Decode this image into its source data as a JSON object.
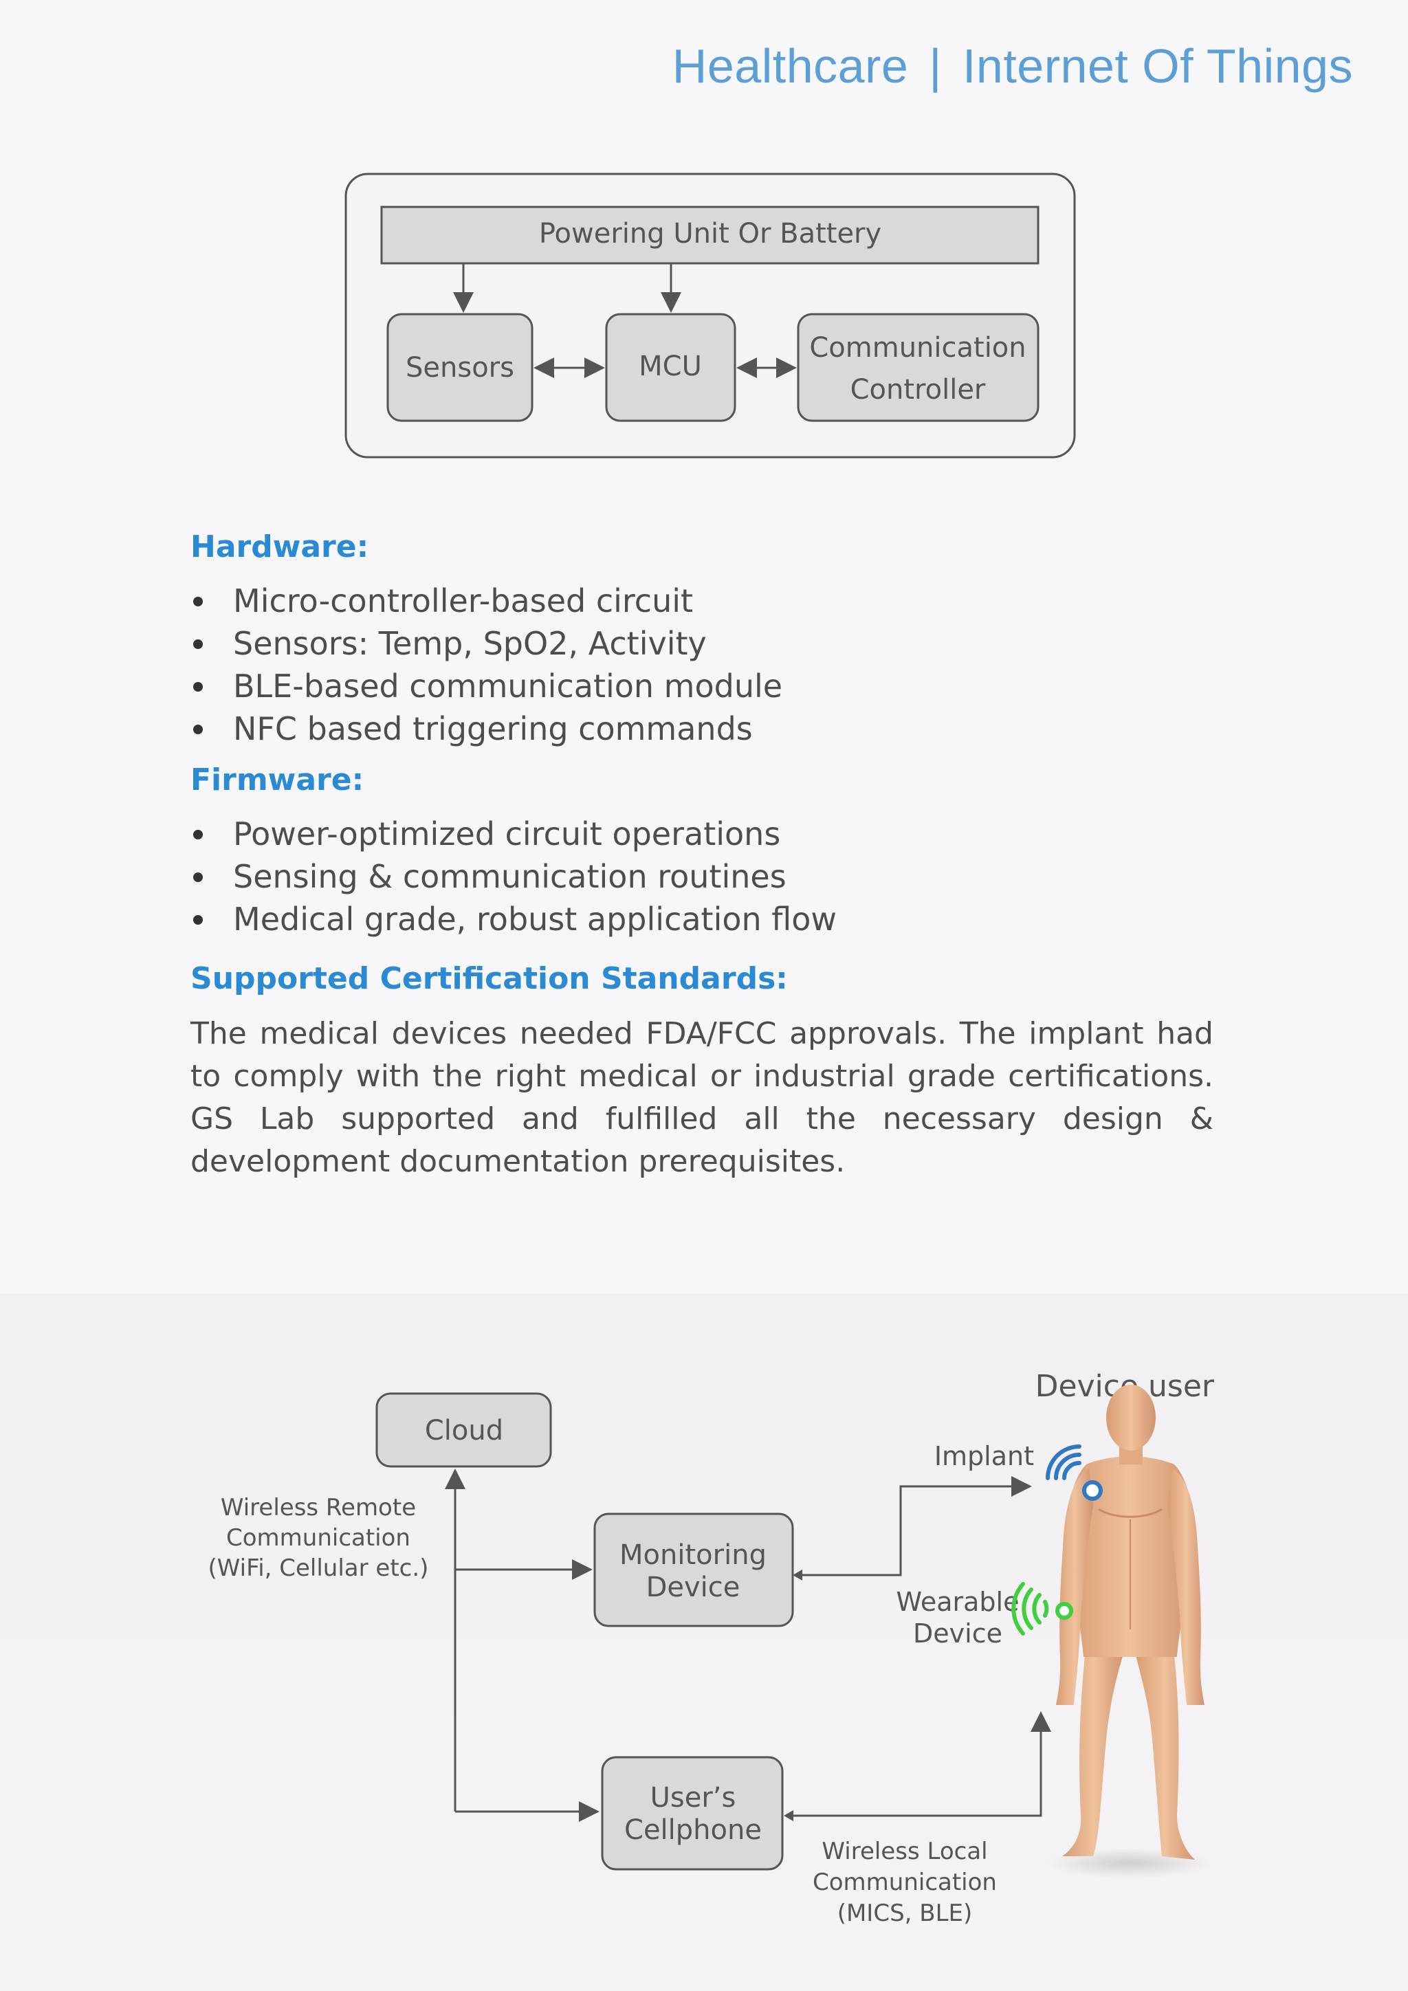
{
  "header": {
    "left": "Healthcare",
    "separator": "|",
    "right": "Internet Of Things"
  },
  "block_diagram": {
    "power": "Powering Unit Or Battery",
    "sensors": "Sensors",
    "mcu": "MCU",
    "comm_line1": "Communication",
    "comm_line2": "Controller"
  },
  "hardware": {
    "heading": "Hardware:",
    "items": [
      "Micro-controller-based circuit",
      "Sensors: Temp, SpO2, Activity",
      "BLE-based communication module",
      "NFC based triggering commands"
    ]
  },
  "firmware": {
    "heading": "Firmware:",
    "items": [
      "Power-optimized circuit operations",
      "Sensing & communication routines",
      "Medical grade, robust application flow"
    ]
  },
  "certification": {
    "heading": "Supported Certification Standards:",
    "text": "The medical devices needed FDA/FCC approvals. The implant had to comply with the right medical or industrial grade certifications. GS Lab supported and fulfilled all the necessary design & development documentation prerequisites."
  },
  "system_diagram": {
    "cloud": "Cloud",
    "remote_line1": "Wireless Remote",
    "remote_line2": "Communication",
    "remote_line3": "(WiFi, Cellular etc.)",
    "monitoring_line1": "Monitoring",
    "monitoring_line2": "Device",
    "cellphone_line1": "User’s",
    "cellphone_line2": "Cellphone",
    "local_line1": "Wireless Local",
    "local_line2": "Communication",
    "local_line3": "(MICS, BLE)",
    "device_user": "Device user",
    "implant": "Implant",
    "wearable_line1": "Wearable",
    "wearable_line2": "Device"
  },
  "colors": {
    "accent_blue": "#2a8ad4",
    "header_blue": "#5b9fd6",
    "implant_blue": "#2f78c4",
    "wearable_green": "#3fcf3f",
    "box_fill": "#d9d9d9",
    "skin": "#e8b48c"
  }
}
